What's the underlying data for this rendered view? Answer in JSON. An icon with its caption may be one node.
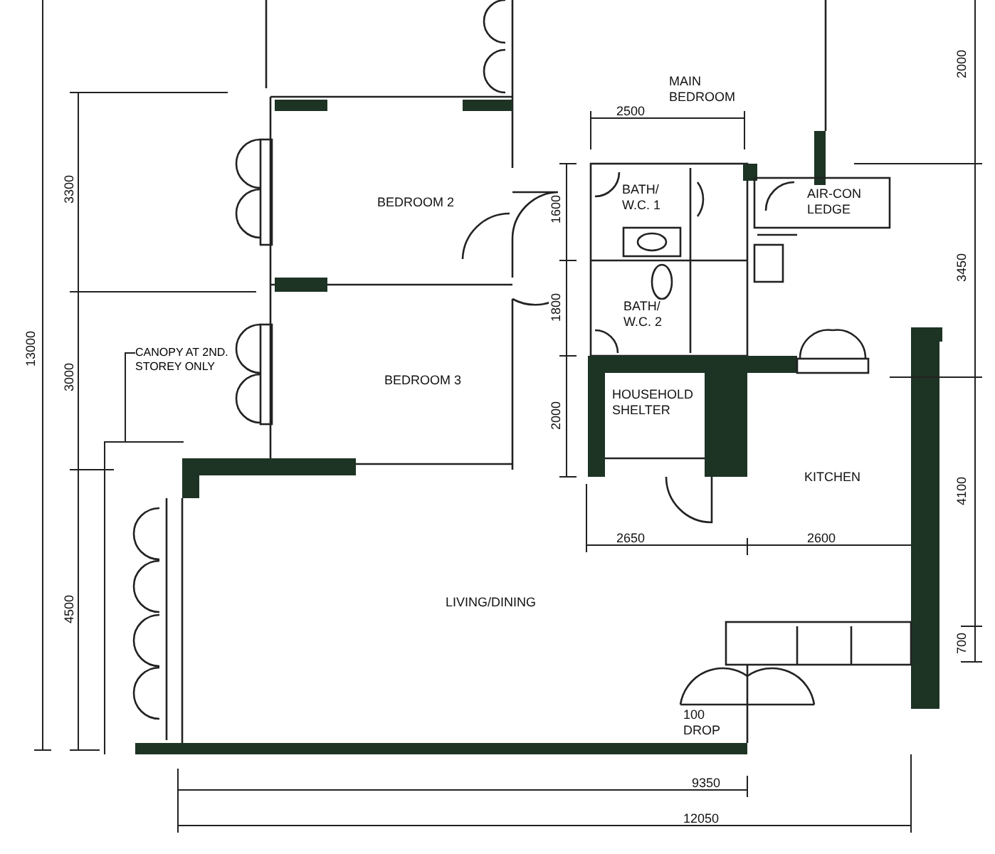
{
  "diagram": {
    "nodes": [
      {
        "text": [
          "CANOPY AT 2ND. STOREY ONLY"
        ]
      },
      {
        "text": [],
        "shape": "box"
      }
    ],
    "edges": [
      {
        "from": 0,
        "to": 1,
        "arrow": "none"
      }
    ],
    "labels": [
      "MAIN BEDROOM",
      "2000",
      "2500",
      "BEDROOM 2",
      "3300",
      "1600",
      "BATH/ W.C. 1",
      "AIR-CON LEDGE",
      "3450",
      "13000",
      "1800",
      "BATH/ W.C. 2",
      "3000",
      "BEDROOM 3",
      "2000",
      "HOUSEHOLD SHELTER",
      "KITCHEN",
      "4100",
      "2650",
      "2600",
      "LIVING/DINING",
      "4500",
      "700",
      "100 DROP",
      "9350",
      "12050"
    ]
  }
}
